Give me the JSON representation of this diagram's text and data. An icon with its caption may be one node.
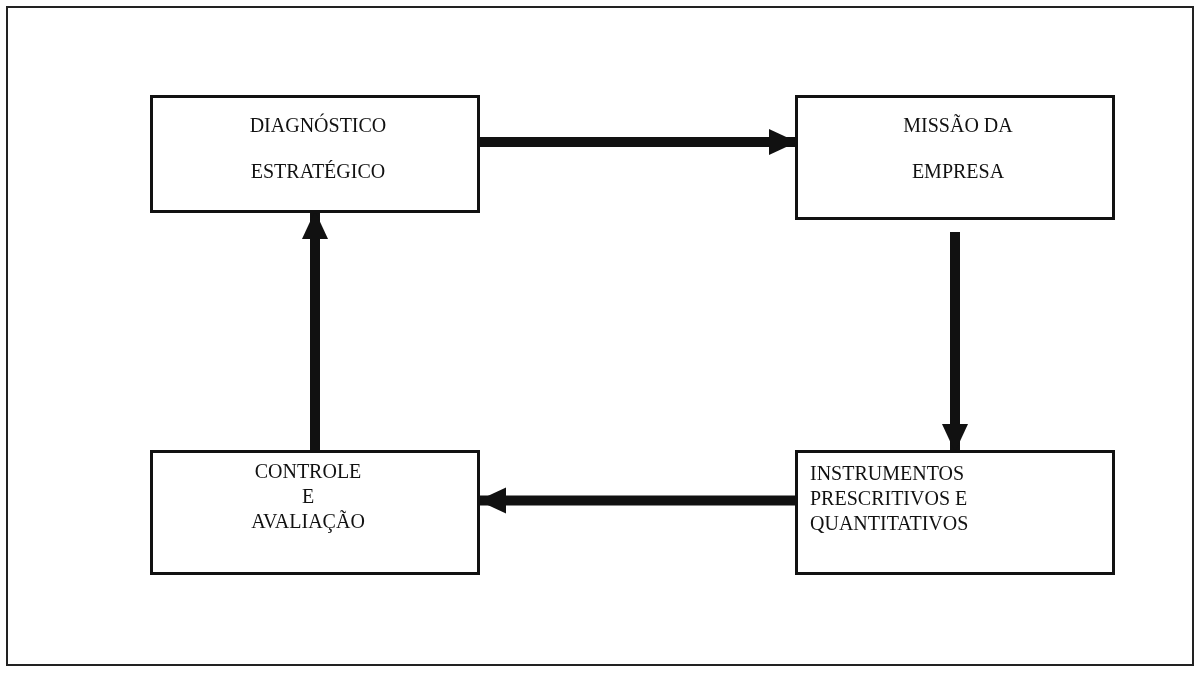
{
  "diagram": {
    "nodes": [
      {
        "text": [
          "DIAGNÓSTICO ESTRATÉGICO"
        ]
      },
      {
        "text": [
          "MISSÃO DA EMPRESA"
        ]
      },
      {
        "text": [
          "INSTRUMENTOS PRESCRITIVOS E QUANTITATIVOS"
        ]
      },
      {
        "text": [
          "CONTROLE E AVALIAÇÃO"
        ]
      }
    ],
    "edges": [
      {
        "from": 0,
        "to": 1,
        "arrow": "to"
      },
      {
        "from": 1,
        "to": 2,
        "arrow": "to"
      },
      {
        "from": 2,
        "to": 3,
        "arrow": "to"
      },
      {
        "from": 3,
        "to": 0,
        "arrow": "to"
      }
    ]
  }
}
